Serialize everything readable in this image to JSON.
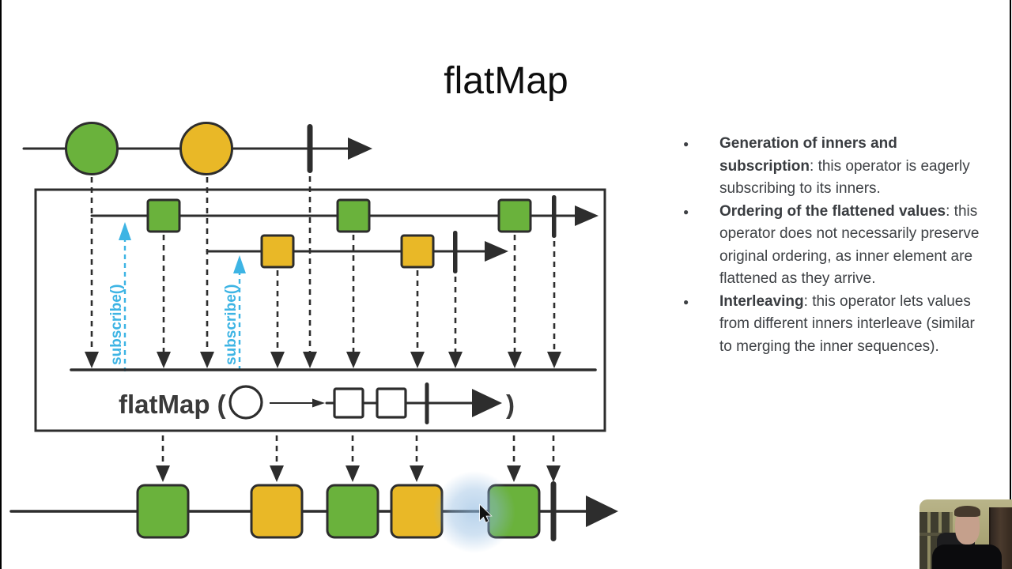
{
  "slide": {
    "title": "flatMap",
    "bullet_glyph": "●",
    "bullets": [
      {
        "bold": "Generation of inners and subscription",
        "rest": ": this operator is eagerly subscribing to its inners."
      },
      {
        "bold": "Ordering of the flattened values",
        "rest": ": this operator does not necessarily preserve original ordering, as inner element are flattened as they arrive."
      },
      {
        "bold": "Interleaving",
        "rest": ": this operator lets values from different inners interleave (similar to merging the inner sequences)."
      }
    ]
  },
  "diagram": {
    "operator_label": "flatMap (",
    "operator_close": ")",
    "subscribe_label": "subscribe()",
    "source_events": [
      "green-circle",
      "yellow-circle",
      "complete"
    ],
    "inner_sequences": [
      {
        "trigger": "green-circle",
        "events": [
          "green-square",
          "green-square",
          "green-square",
          "complete"
        ]
      },
      {
        "trigger": "yellow-circle",
        "events": [
          "yellow-square",
          "yellow-square",
          "complete"
        ]
      }
    ],
    "output_events": [
      "green-square",
      "yellow-square",
      "green-square",
      "yellow-square",
      "green-square",
      "complete"
    ]
  },
  "colors": {
    "green": "#6ab23c",
    "yellow": "#e9b827",
    "stroke": "#2d2d2d",
    "cyan": "#3db4e4",
    "glow": "#8fb9e0",
    "slide_text": "#3e4145"
  }
}
